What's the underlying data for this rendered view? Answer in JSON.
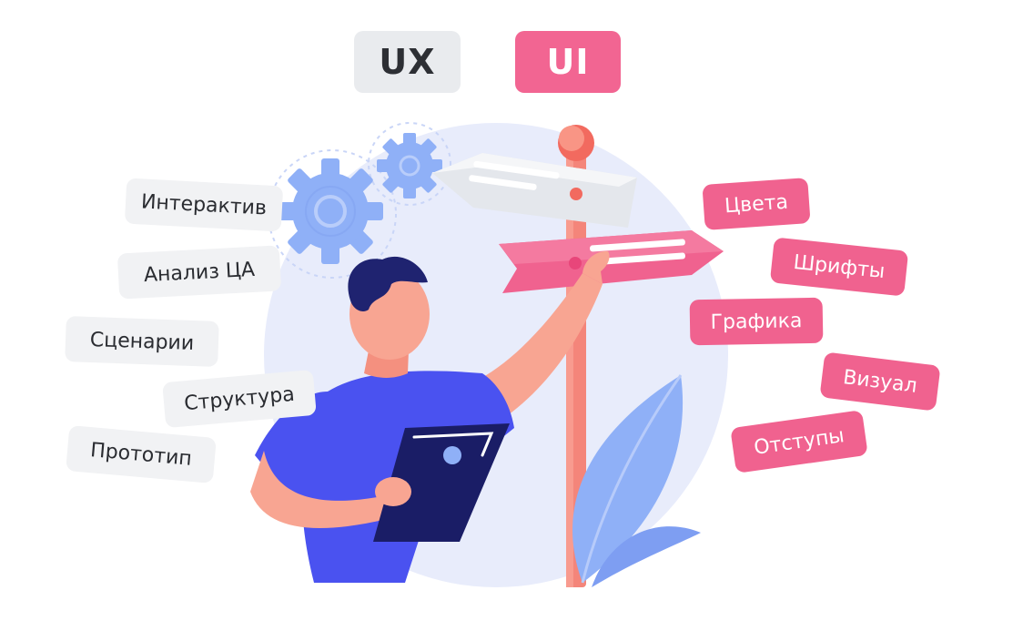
{
  "badges": {
    "ux": "UX",
    "ui": "UI"
  },
  "ux_tags": [
    {
      "label": "Интерактив"
    },
    {
      "label": "Анализ ЦА"
    },
    {
      "label": "Сценарии"
    },
    {
      "label": "Структура"
    },
    {
      "label": "Прототип"
    }
  ],
  "ui_tags": [
    {
      "label": "Цвета"
    },
    {
      "label": "Шрифты"
    },
    {
      "label": "Графика"
    },
    {
      "label": "Визуал"
    },
    {
      "label": "Отступы"
    }
  ],
  "colors": {
    "ux_badge_bg": "#e9ebee",
    "ui_badge_bg": "#f26592",
    "ui_tag_bg": "#f0628f",
    "ux_tag_bg": "#f1f2f4",
    "background_circle": "#e8ecfb",
    "shirt": "#4a52f0",
    "pole": "#f4857a",
    "leaf": "#8fb0f7",
    "gear": "#8fb0f7"
  },
  "icons": [
    "gear-icon",
    "signpost-icon",
    "tablet-icon",
    "leaf-icon",
    "person-illustration"
  ]
}
